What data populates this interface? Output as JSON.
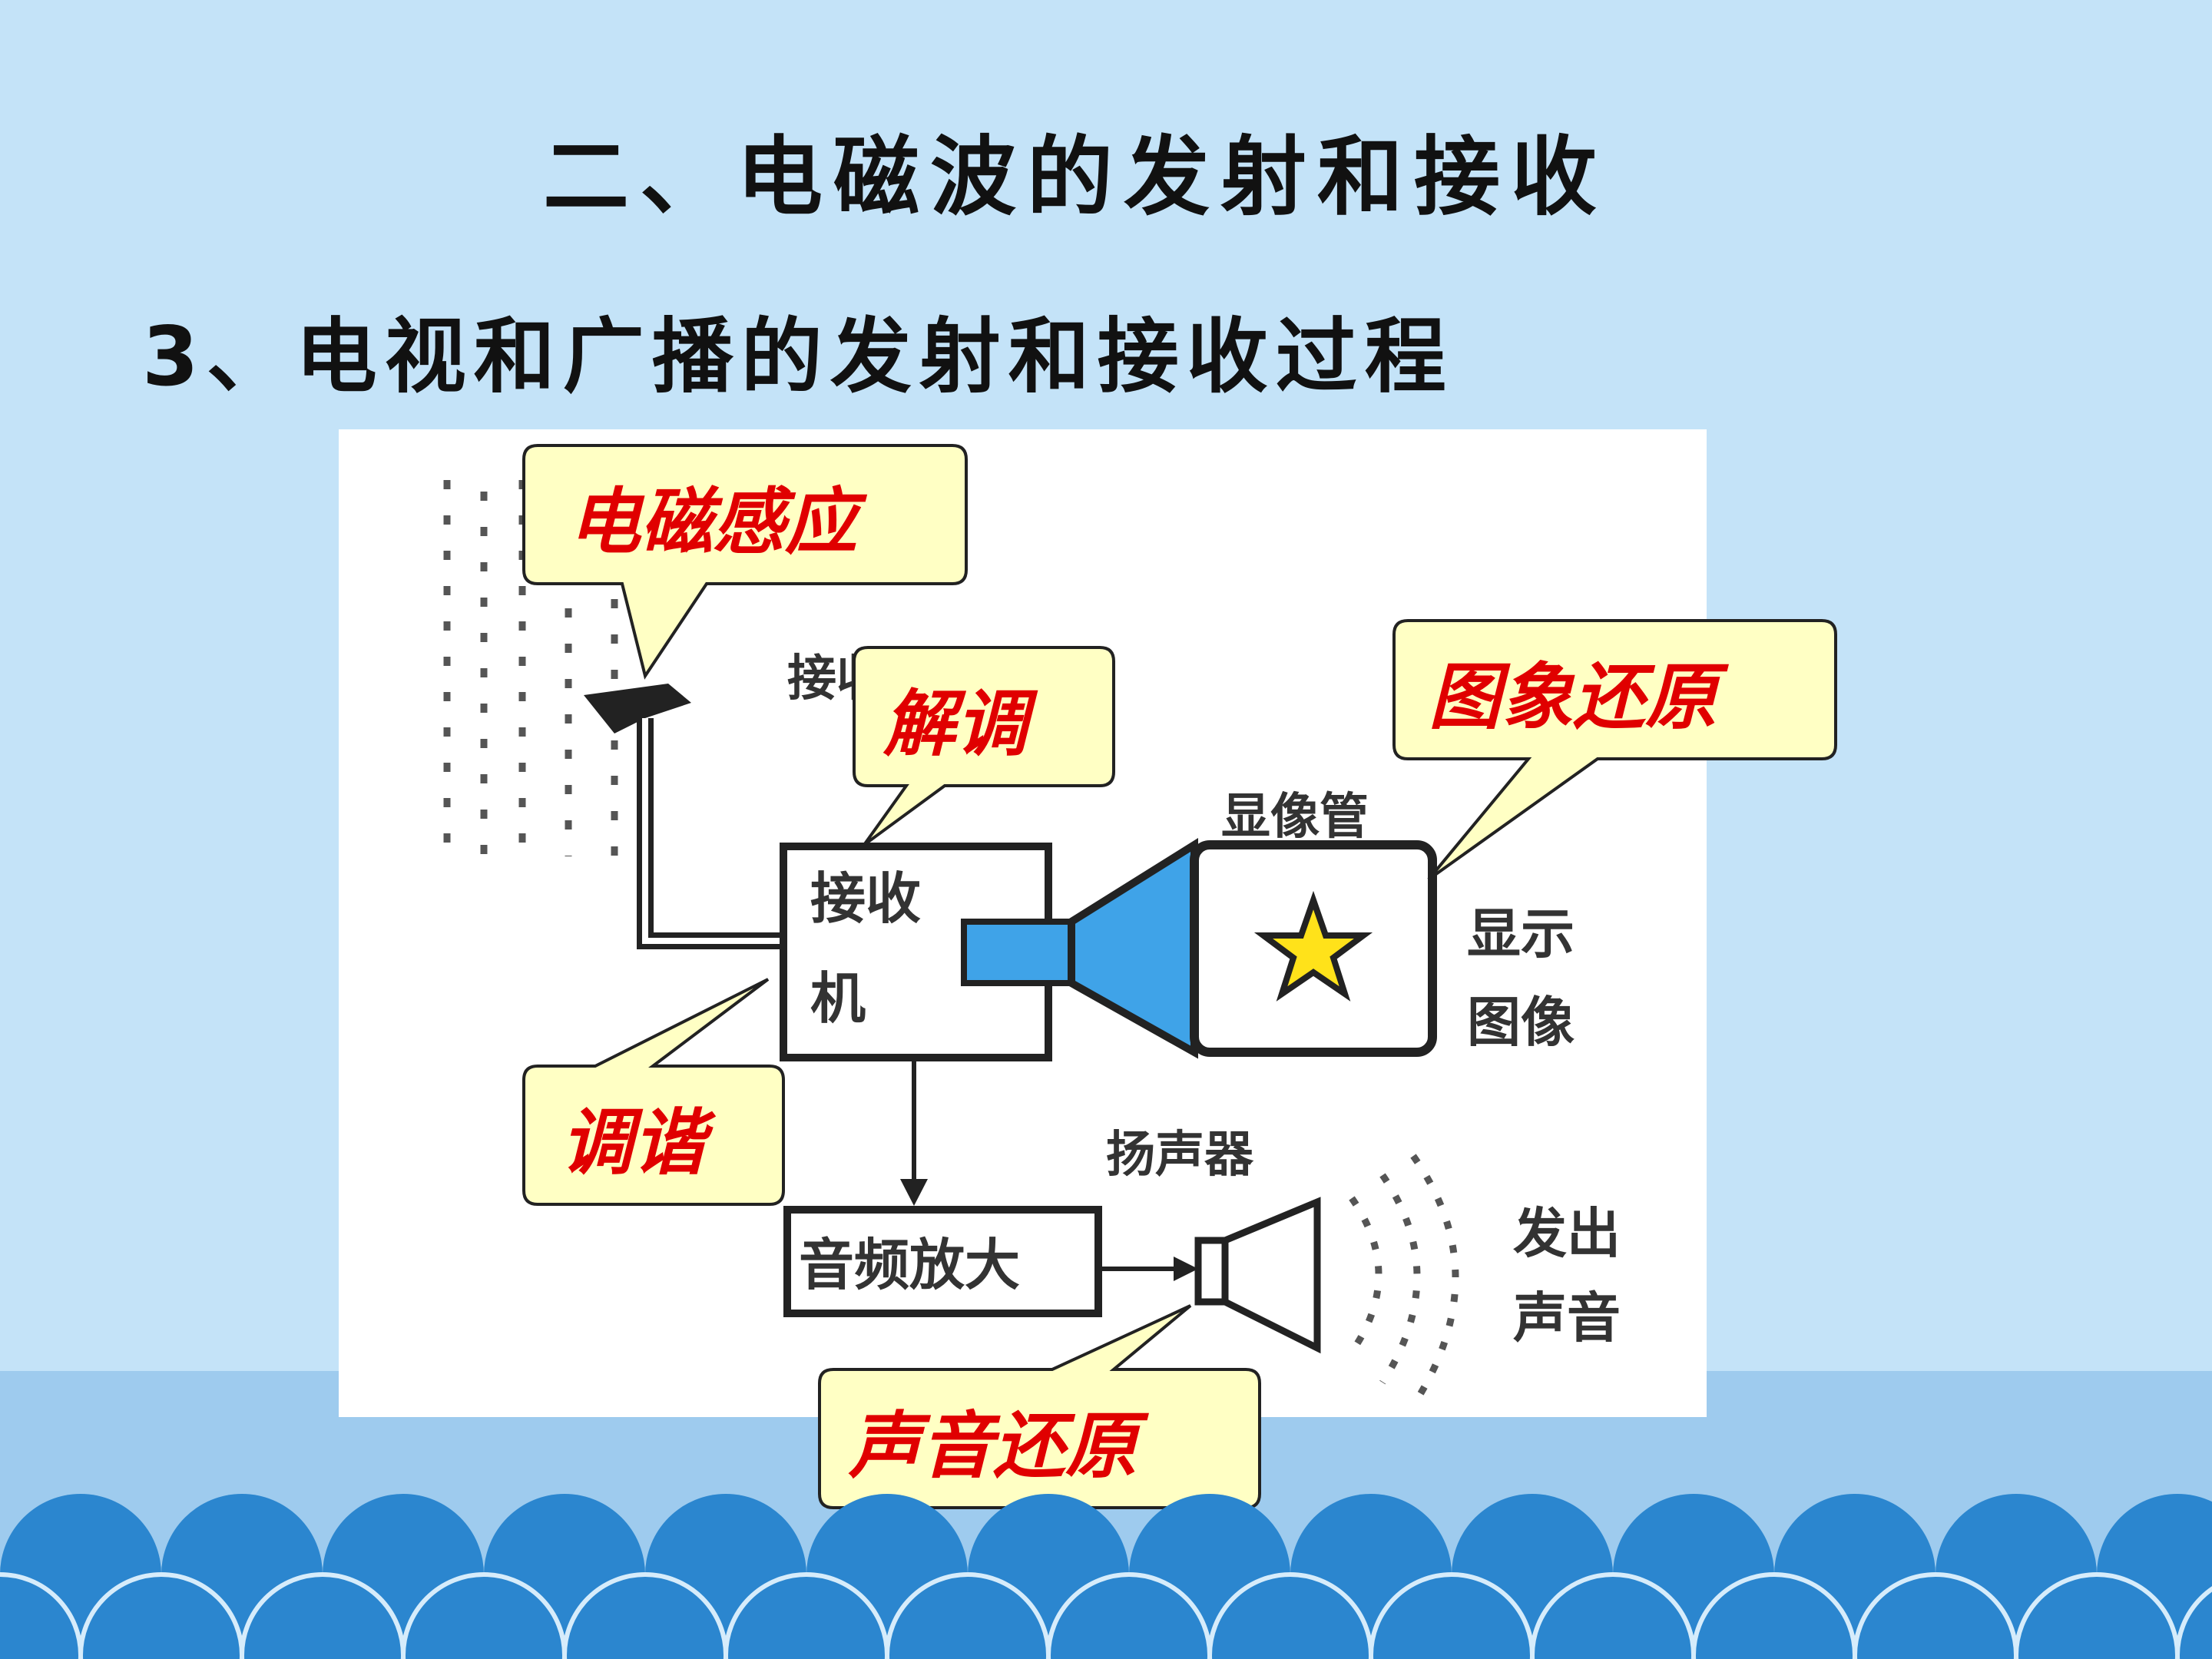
{
  "title": "二、电磁波的发射和接收",
  "subtitle": "3、电视和广播的发射和接收过程",
  "diagram": {
    "labels": {
      "antenna": "接收天线",
      "receiver_line1": "接收",
      "receiver_line2": "机",
      "picture_tube": "显像管",
      "display_image_line1": "显示",
      "display_image_line2": "图像",
      "speaker": "扬声器",
      "audio_amp": "音频放大",
      "sound_out_line1": "发出",
      "sound_out_line2": "声音"
    },
    "callouts": {
      "induction": "电磁感应",
      "demodulation": "解调",
      "image_restore": "图象还原",
      "tuning": "调谐",
      "sound_restore": "声音还原"
    }
  },
  "colors": {
    "background": "#c4e3f8",
    "band": "#9ecbee",
    "wave": "#2b86cf",
    "callout_fill": "#ffffc4",
    "callout_text": "#e00000",
    "tube_blue": "#3fa3e8",
    "star": "#ffe21a"
  }
}
